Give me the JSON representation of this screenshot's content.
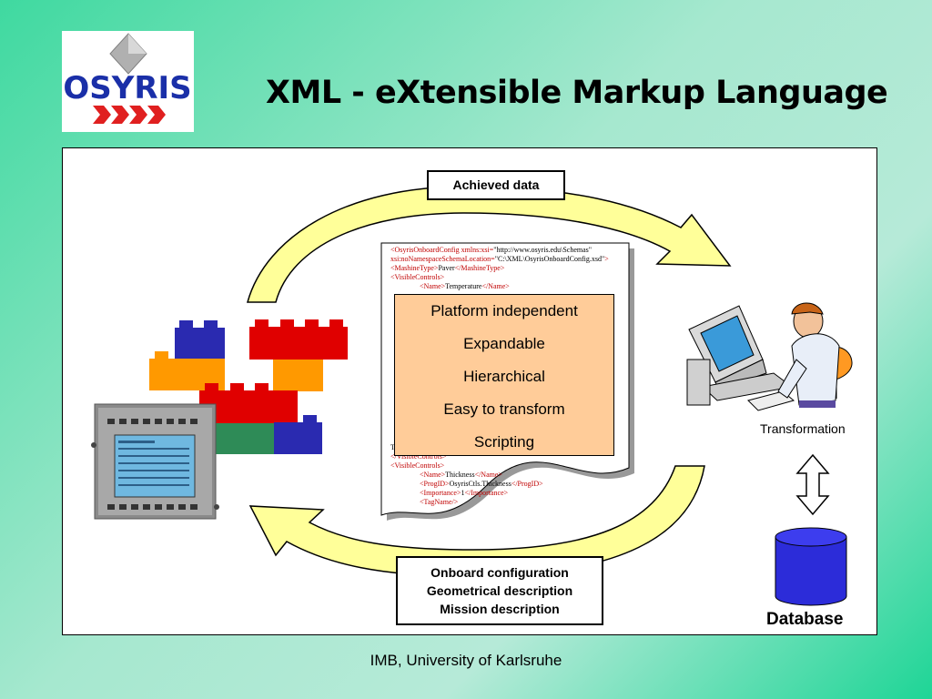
{
  "slide": {
    "title": "XML - eXtensible Markup Language",
    "footer": "IMB, University of Karlsruhe"
  },
  "logo": {
    "text": "OSYRIS",
    "color": "#1a2fa8",
    "accent": "#e02020"
  },
  "diagram": {
    "top_label": "Achieved data",
    "bottom_label": [
      "Onboard configuration",
      "Geometrical description",
      "Mission description"
    ],
    "properties": [
      "Platform independent",
      "Expandable",
      "Hierarchical",
      "Easy to transform",
      "Scripting"
    ],
    "transformation_label": "Transformation",
    "database_label": "Database",
    "xml_lines_top": [
      {
        "indent": 0,
        "parts": [
          [
            "t",
            "<OsyrisOnboardConfig xmlns:xsi="
          ],
          [
            "v",
            "\"http://www.osyris.edu\\Schemas\""
          ]
        ]
      },
      {
        "indent": 0,
        "parts": [
          [
            "t",
            "xsi:noNamespaceSchemaLocation="
          ],
          [
            "v",
            "\"C:\\XML\\OsyrisOnboardConfig.xsd\""
          ],
          [
            "t",
            ">"
          ]
        ]
      },
      {
        "indent": 0,
        "parts": [
          [
            "t",
            "<MashineType>"
          ],
          [
            "v",
            "Paver"
          ],
          [
            "t",
            "</MashineType>"
          ]
        ]
      },
      {
        "indent": 0,
        "parts": [
          [
            "t",
            "<VisibleControls>"
          ]
        ]
      },
      {
        "indent": 1,
        "parts": [
          [
            "t",
            "<Name>"
          ],
          [
            "v",
            "Temperature"
          ],
          [
            "t",
            "</Name>"
          ]
        ]
      }
    ],
    "xml_lines_bottom": [
      {
        "indent": 0,
        "parts": [
          [
            "v",
            "Tr"
          ]
        ]
      },
      {
        "indent": 0,
        "parts": [
          [
            "t",
            "</VisibleControls>"
          ]
        ]
      },
      {
        "indent": 0,
        "parts": [
          [
            "t",
            "<VisibleControls>"
          ]
        ]
      },
      {
        "indent": 1,
        "parts": [
          [
            "t",
            "<Name>"
          ],
          [
            "v",
            "Thickness"
          ],
          [
            "t",
            "</Name>"
          ]
        ]
      },
      {
        "indent": 1,
        "parts": [
          [
            "t",
            "<ProgID>"
          ],
          [
            "v",
            "OsyrisCtls.Thickness"
          ],
          [
            "t",
            "</ProgID>"
          ]
        ]
      },
      {
        "indent": 1,
        "parts": [
          [
            "t",
            "<Importance>"
          ],
          [
            "v",
            "1"
          ],
          [
            "t",
            "</Importance>"
          ]
        ]
      },
      {
        "indent": 1,
        "parts": [
          [
            "t",
            "<TagName/>"
          ]
        ]
      }
    ],
    "colors": {
      "arrow_fill": "#ffff99",
      "props_fill": "#ffcc99",
      "database_fill": "#2c2cd9",
      "brick_red": "#e00000",
      "brick_blue": "#2a2ab0",
      "brick_orange": "#ff9900",
      "brick_green": "#2e8b57"
    }
  }
}
